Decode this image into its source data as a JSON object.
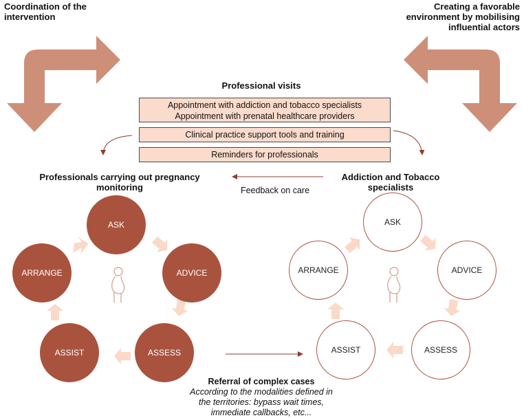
{
  "top_left": {
    "label_line1": "Coordination of the",
    "label_line2": "intervention"
  },
  "top_right": {
    "label_line1": "Creating a favorable",
    "label_line2": "environment by mobilising",
    "label_line3": "influential actors"
  },
  "professional_visits": {
    "title": "Professional visits",
    "box1_line1": "Appointment with addiction and tobacco specialists",
    "box1_line2": "Appointment with prenatal healthcare providers",
    "box2": "Clinical practice support tools and training",
    "box3": "Reminders for professionals"
  },
  "left_group": {
    "title_line1": "Professionals carrying out pregnancy",
    "title_line2": "monitoring",
    "ask": "ASK",
    "advice": "ADVICE",
    "assess": "ASSESS",
    "assist": "ASSIST",
    "arrange": "ARRANGE"
  },
  "right_group": {
    "title_line1": "Addiction and Tobacco",
    "title_line2": "specialists",
    "ask": "ASK",
    "advice": "ADVICE",
    "assess": "ASSESS",
    "assist": "ASSIST",
    "arrange": "ARRANGE"
  },
  "feedback": "Feedback on care",
  "referral": {
    "title": "Referral of complex cases",
    "line1": "According to the modalities defined in",
    "line2": "the territories: bypass wait times,",
    "line3": "immediate callbacks, etc..."
  },
  "colors": {
    "accent": "#a9533f",
    "arrow": "#cd8f78",
    "box_fill": "#fadbcc",
    "small_arrow": "#fbd9c8"
  }
}
